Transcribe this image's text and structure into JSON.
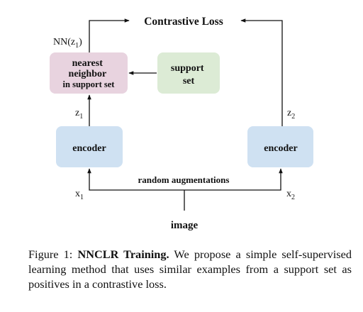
{
  "diagram": {
    "title": "Contrastive Loss",
    "nn_label": "NN(z",
    "nn_subscript": "1",
    "nn_close": ")",
    "z1_label": "z",
    "z1_subscript": "1",
    "z2_label": "z",
    "z2_subscript": "2",
    "x1_label": "x",
    "x1_subscript": "1",
    "x2_label": "x",
    "x2_subscript": "2",
    "nearest_neighbor_lines": [
      "nearest",
      "neighbor",
      "in support set"
    ],
    "support_set_lines": [
      "support",
      "set"
    ],
    "encoder_left": "encoder",
    "encoder_right": "encoder",
    "augmentations": "random augmentations",
    "image": "image",
    "colors": {
      "nearest_neighbor_fill": "#e8d3df",
      "support_set_fill": "#dcebd5",
      "encoder_fill": "#cfe1f2",
      "line": "#111111"
    }
  },
  "caption": {
    "label": "Figure 1:",
    "title": "NNCLR Training.",
    "body": "We propose a simple self-supervised learning method that uses similar examples from a support set as positives in a contrastive loss."
  }
}
